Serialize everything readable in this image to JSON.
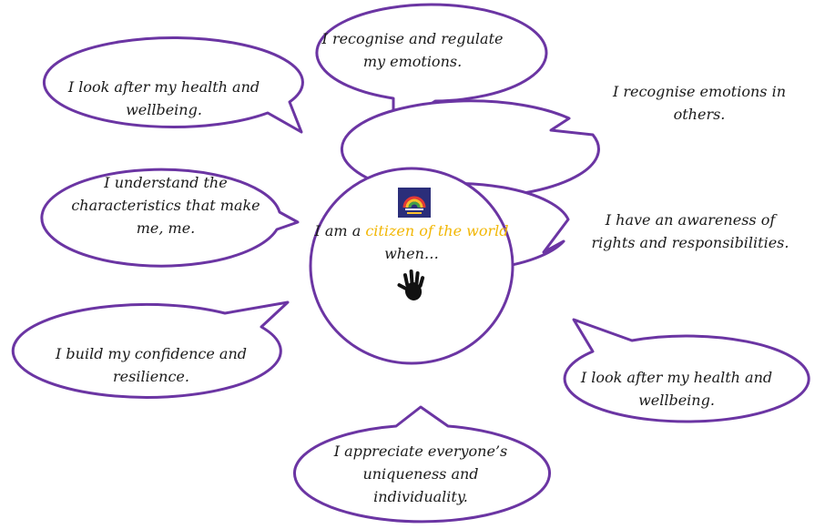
{
  "colors": {
    "outline": "#6b35a3",
    "highlight": "#f2b705",
    "text": "#1a1a1a"
  },
  "center": {
    "prefix": "I am a ",
    "highlight": "citizen of the world",
    "suffix": " when…",
    "logo_icon": "school-logo-icon",
    "hand_icon": "handprint-icon"
  },
  "bubbles": {
    "top_center": "I recognise and regulate\nmy emotions.",
    "top_left": "I look after my health and\nwellbeing.",
    "right_upper": "I recognise emotions in\nothers.",
    "left_middle": "I understand the\ncharacteristics that make\nme, me.",
    "right_middle": "I have an awareness of\nrights and responsibilities.",
    "left_lower": "I build my confidence and\nresilience.",
    "right_lower": "I look after my health and\nwellbeing.",
    "bottom_center": "I appreciate everyone’s\nuniqueness and\nindividuality."
  }
}
